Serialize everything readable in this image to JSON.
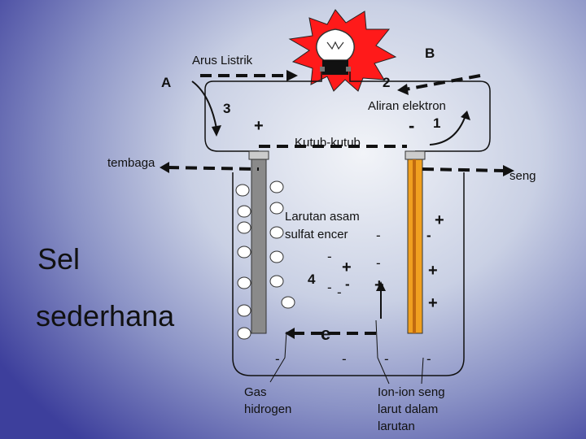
{
  "title": {
    "line1": "Sel",
    "line2": "sederhana"
  },
  "labels": {
    "A": "A",
    "B": "B",
    "n1": "1",
    "n2": "2",
    "n3": "3",
    "n4": "4",
    "arus_listrik": "Arus Listrik",
    "aliran_elektron": "Aliran elektron",
    "kutub_kutub": "Kutub-kutub",
    "tembaga": "tembaga",
    "seng": "seng",
    "larutan_line1": "Larutan asam",
    "larutan_line2": "sulfat encer",
    "gas_line1": "Gas",
    "gas_line2": "hidrogen",
    "ion_line1": "Ion-ion seng",
    "ion_line2": "larut dalam",
    "ion_line3": "larutan",
    "electron": "e"
  },
  "signs": {
    "plus": "+",
    "minus": "-"
  },
  "colors": {
    "bulb_burst": "#ff1a1a",
    "copper_electrode": "#8a8a8a",
    "zinc_electrode": "#f0a020",
    "zinc_stripe": "#c06a10"
  }
}
